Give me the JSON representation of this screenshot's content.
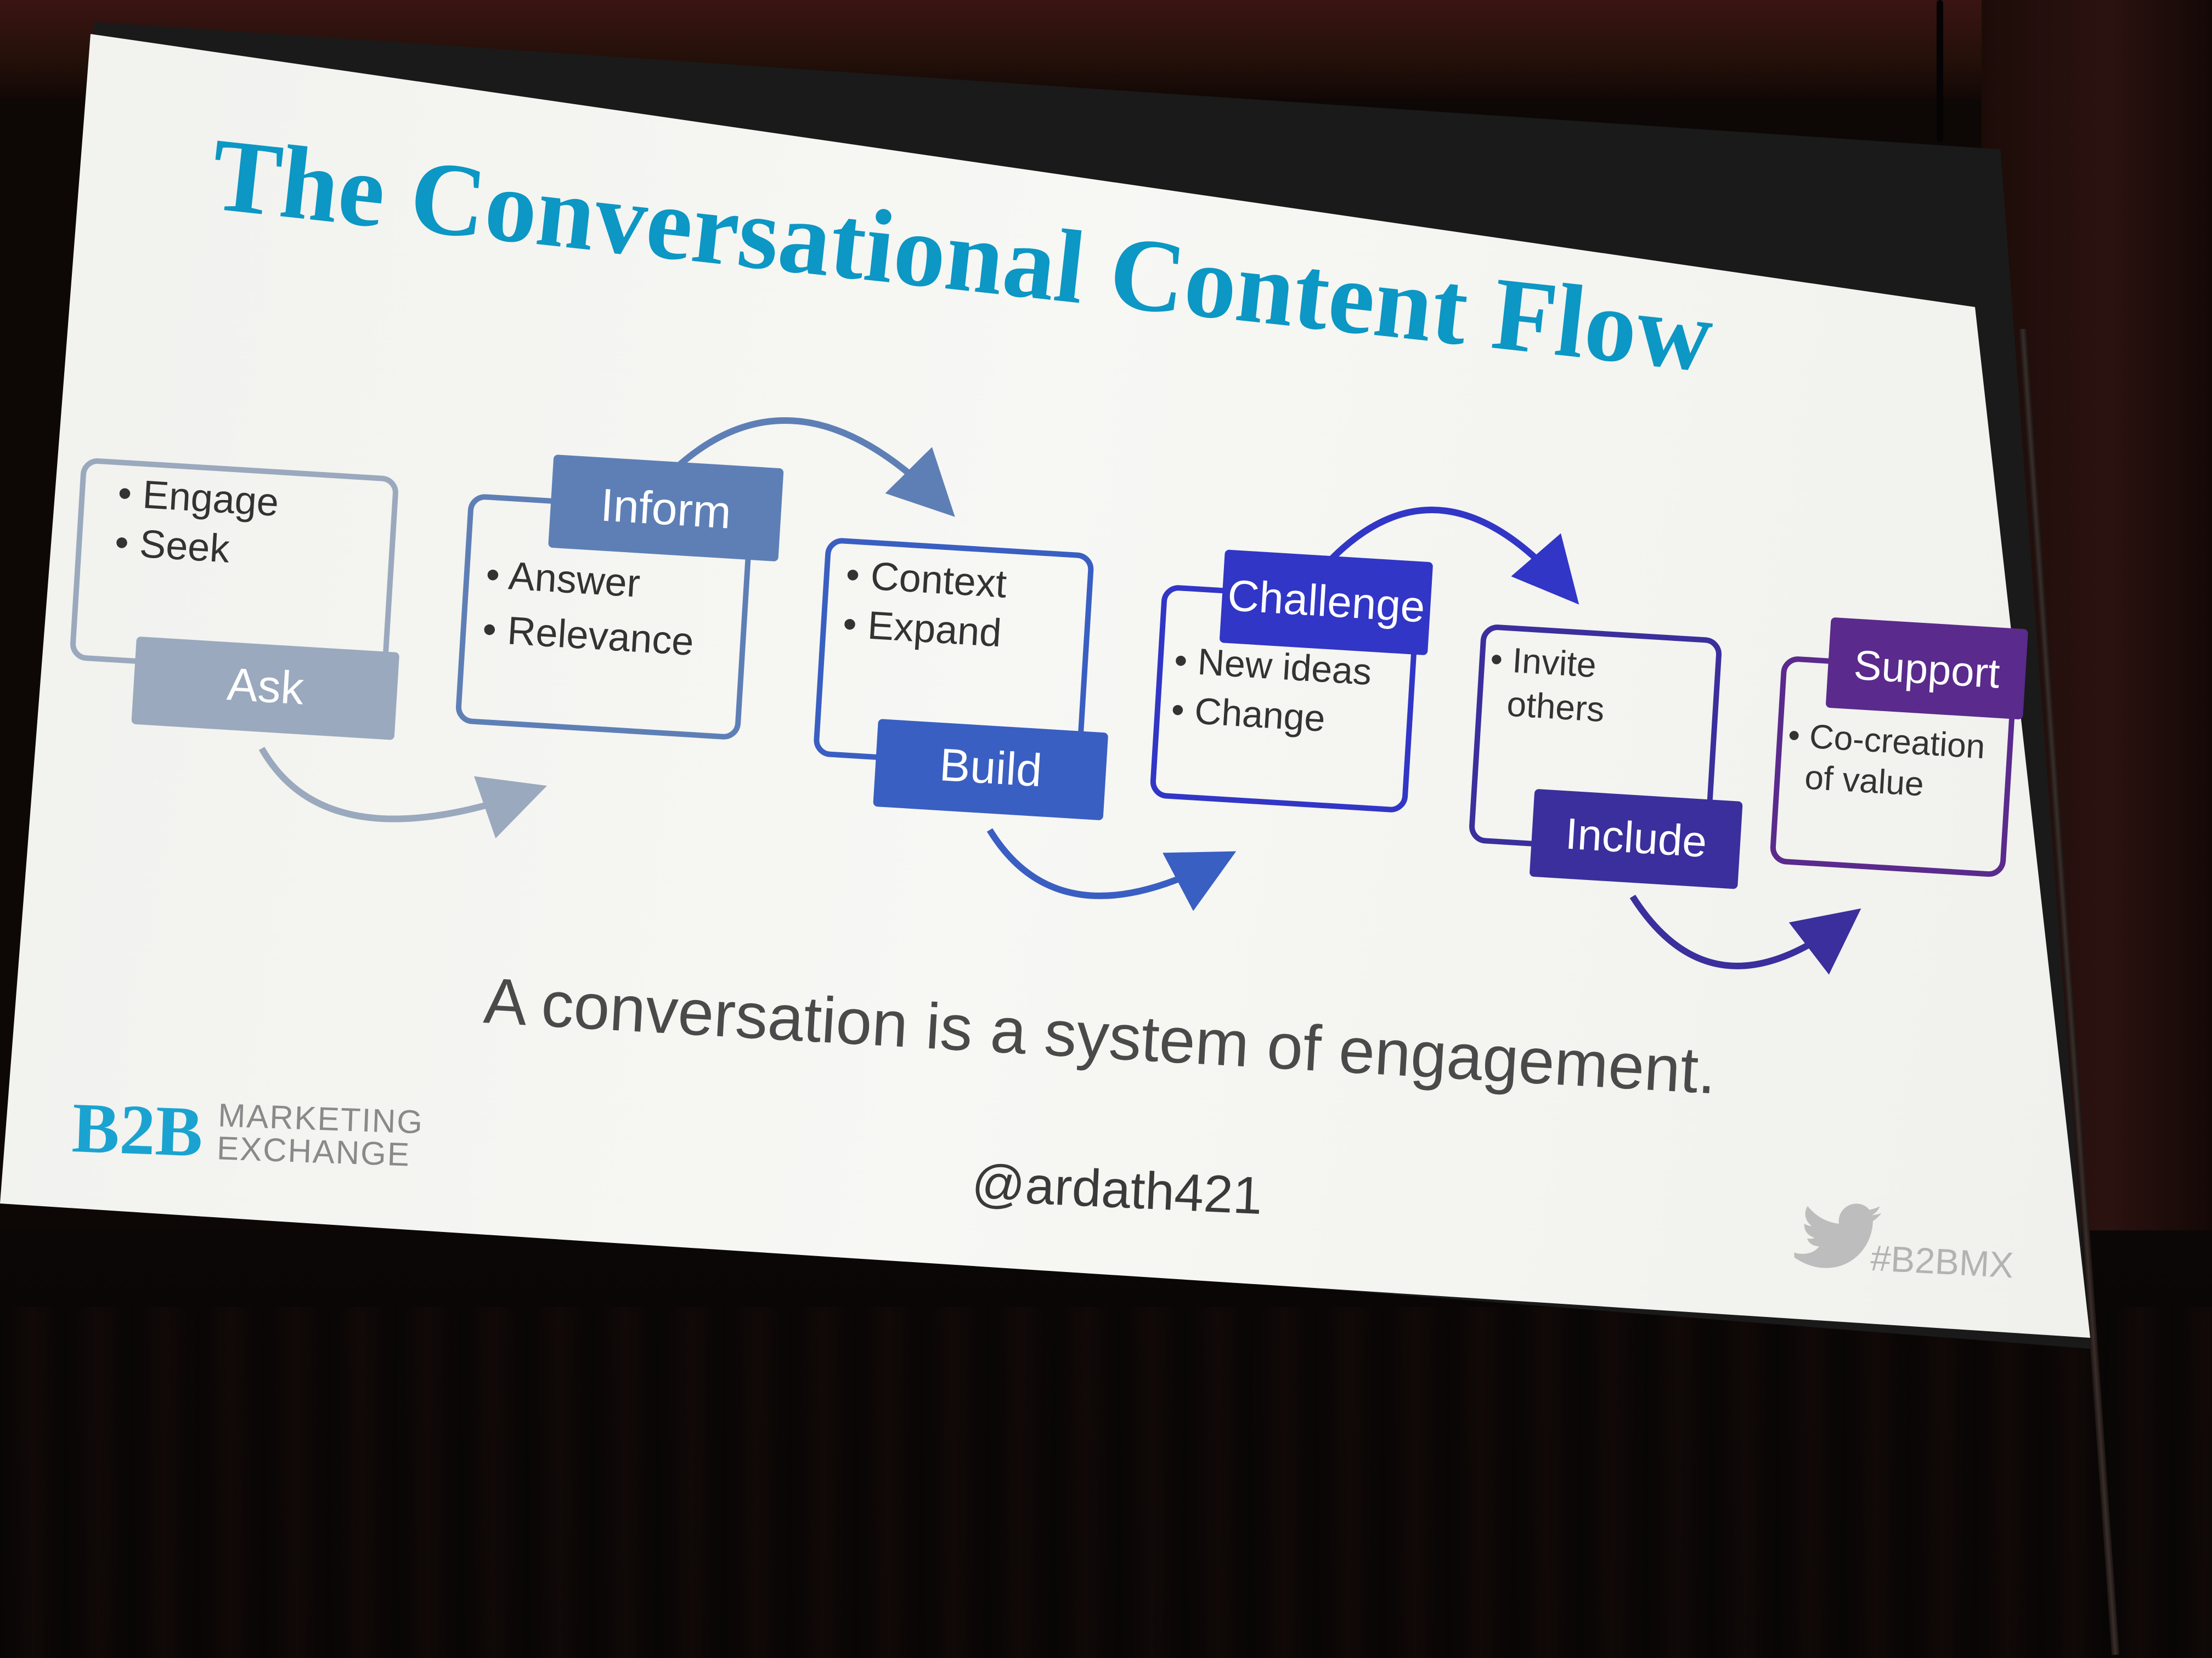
{
  "slide": {
    "title": "The Conversational Content Flow",
    "tagline": "A conversation is a system of engagement.",
    "handle": "@ardath421",
    "hashtag": "#B2BMX",
    "logo": {
      "mark": "B2B",
      "line1": "MARKETING",
      "line2": "EXCHANGE"
    }
  },
  "steps": [
    {
      "label": "Ask",
      "color": "#9aa9bd",
      "bullets": [
        "Engage",
        "Seek"
      ]
    },
    {
      "label": "Inform",
      "color": "#5e7fb6",
      "bullets": [
        "Answer",
        "Relevance"
      ]
    },
    {
      "label": "Build",
      "color": "#3a5fc2",
      "bullets": [
        "Context",
        "Expand"
      ]
    },
    {
      "label": "Challenge",
      "color": "#3136c6",
      "bullets": [
        "New ideas",
        "Change"
      ]
    },
    {
      "label": "Include",
      "color": "#3a2f9c",
      "bullets": [
        "Invite",
        "others"
      ]
    },
    {
      "label": "Support",
      "color": "#5a2a8c",
      "bullets": [
        "Co-creation",
        "of value"
      ]
    }
  ],
  "colors": {
    "title": "#0c97c4",
    "body_text": "#3b3b3b",
    "logo": "#1aa3d1"
  },
  "icons": {
    "twitter": "bird-icon"
  }
}
